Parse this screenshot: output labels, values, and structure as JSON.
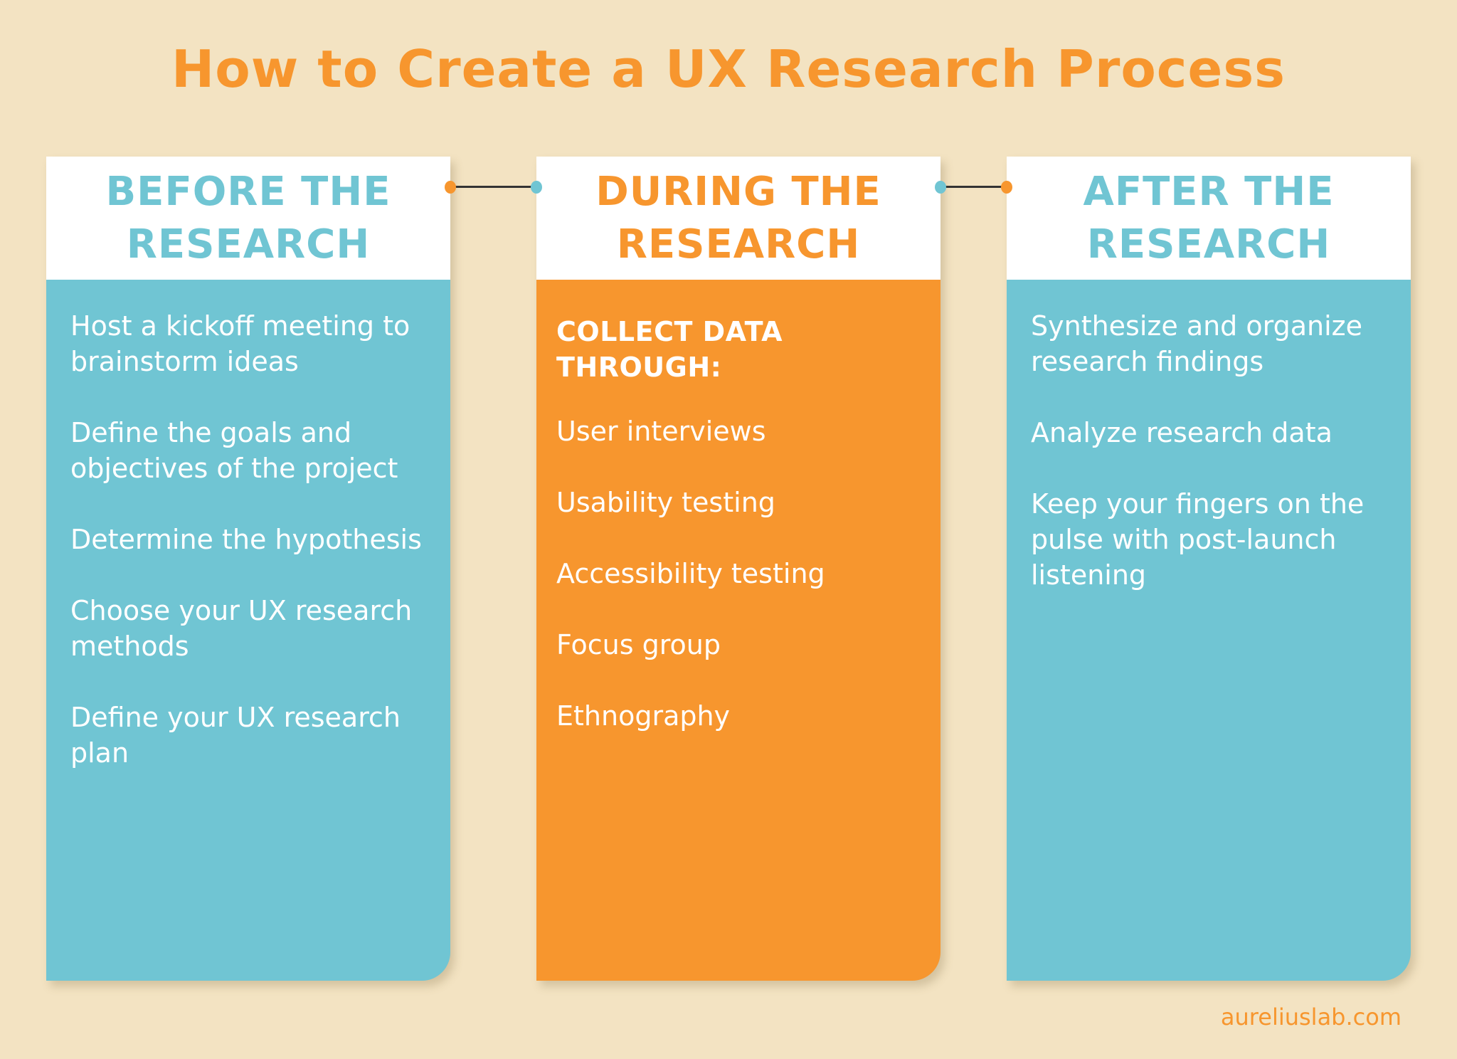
{
  "title": "How to Create a UX Research Process",
  "columns": [
    {
      "heading": "BEFORE THE RESEARCH",
      "items": [
        "Host a kickoff meeting to brainstorm ideas",
        "Define the goals and objectives of the project",
        "Determine the hypothesis",
        "Choose your UX research methods",
        "Define your UX research plan"
      ]
    },
    {
      "heading": "DURING THE RESEARCH",
      "subheading": "COLLECT DATA THROUGH:",
      "items": [
        "User interviews",
        "Usability testing",
        "Accessibility testing",
        "Focus group",
        "Ethnography"
      ]
    },
    {
      "heading": "AFTER THE RESEARCH",
      "items": [
        "Synthesize and organize research findings",
        "Analyze research data",
        "Keep your fingers on the pulse with post-launch listening"
      ]
    }
  ],
  "footer": "aureliuslab.com",
  "colors": {
    "orange": "#f7962e",
    "teal": "#70c5d3",
    "background": "#f3e3c2"
  }
}
